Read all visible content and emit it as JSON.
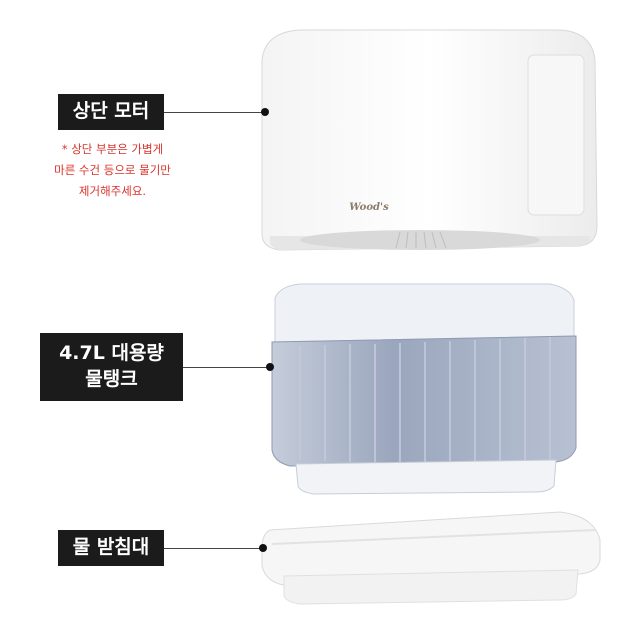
{
  "labels": {
    "motor": "상단 모터",
    "tank_line1": "4.7L 대용량",
    "tank_line2": "물탱크",
    "tray": "물 받침대"
  },
  "note": {
    "line1": "* 상단 부분은 가볍게",
    "line2": "마른 수건 등으로 물기만",
    "line3": "제거해주세요."
  },
  "brand": "Wood's",
  "colors": {
    "label_bg": "#1b1b1b",
    "label_text": "#ffffff",
    "note_text": "#d9322b",
    "tank_blue": "#a9b4c9"
  }
}
